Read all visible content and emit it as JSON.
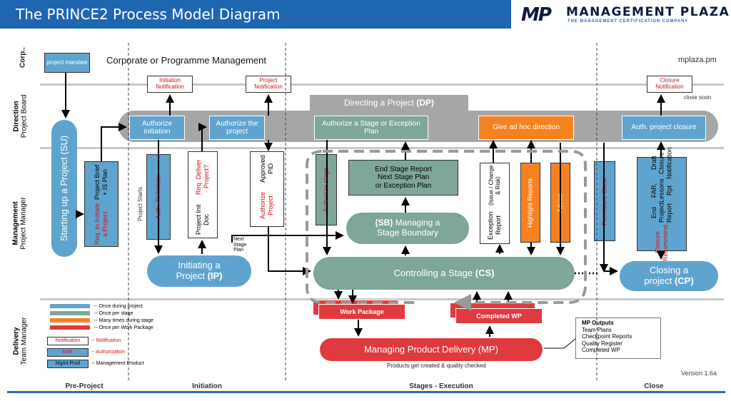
{
  "header": {
    "title": "The PRINCE2 Process Model Diagram",
    "logo_mark": "MP",
    "logo_name": "MANAGEMENT PLAZA",
    "logo_tagline": "THE MANAGEMENT CERTIFICATION COMPANY"
  },
  "lanes": {
    "corp": "Corp..",
    "direction_1": "Direction",
    "direction_2": "Project Board",
    "management_1": "Management",
    "management_2": "Project Manager",
    "delivery_1": "Delivery",
    "delivery_2": "Team Manager"
  },
  "corp": {
    "label": "Corporate or Programme Management",
    "site": "mplaza.pm",
    "mandate": "project mandate"
  },
  "notifications": {
    "initiation": "Initiation Notification",
    "project": "Project Notification",
    "closure": "Closure Notification",
    "close_soon": "close soon"
  },
  "dp": {
    "label": "Directing a Project",
    "code": "(DP)",
    "authorize_initiation": "Authorize initiation",
    "authorize_project": "Authorize the project",
    "authorize_stage": "Authorize a Stage or Exception Plan",
    "adhoc": "Give ad hoc direction",
    "auth_closure": "Auth. project closure"
  },
  "su": {
    "label": "Starting up a Project (SU)",
    "req_1": "Req. to Initiate a Project",
    "req_2": "Project Brief + IS Plan"
  },
  "ip": {
    "project_starts": "Project Starts",
    "auth_initiate": "Auth. To Initiate",
    "doc_1": "Project Init Doc",
    "doc_2": "Req. Deliver Project?",
    "auth_proj_1": "Authorize Project",
    "auth_proj_2": "Approved PID",
    "label_1": "Initiating a",
    "label_2": "Project",
    "code": "(IP)",
    "next_stage": "Next Stage Plan"
  },
  "sb": {
    "authorize_stage": "Authorize stage",
    "report_1": "End Stage Report",
    "report_2": "Next Stage Plan",
    "report_3": "or Exception Plan",
    "code": "(SB)",
    "label_1": "Managing a",
    "label_2": "Stage Boundary"
  },
  "cs": {
    "label": "Controlling a Stage",
    "code": "(CS)",
    "exception_1": "Exception Report",
    "exception_2": "(Issue / Change & Risk)",
    "highlight": "Highlight Reports",
    "advice": "Advice",
    "premature": "Premature Close"
  },
  "cp": {
    "recommend": "Closure Recommend.",
    "report": "End Project Report",
    "far": "FAR, Lessons Rpt",
    "draft": "Draft Closure Notification",
    "label": "Closing a",
    "label_2": "project",
    "code": "(CP)"
  },
  "mp": {
    "work_package": "Work Package",
    "completed_wp": "Completed WP",
    "label": "Managing Product Delivery (MP)",
    "note": "Products get created & quality checked",
    "outputs_title": "MP Outputs",
    "outputs": [
      "Team Plans",
      "Checkpoint Reports",
      "Quality Register",
      "Completed WP"
    ]
  },
  "legend": {
    "once_project": "-- Once during project",
    "once_stage": "-- Once per stage",
    "many_times": "-- Many times during stage",
    "once_wp": "-- Once per Work Package",
    "notif_box": "Notification",
    "notif_txt": "-- Notification",
    "auth_box": "Auth.",
    "auth_txt": "-- Authorization",
    "mgmt_box": "Mgmt Prod",
    "mgmt_txt": "-- Management Product"
  },
  "phases": {
    "pre": "Pre-Project",
    "initiation": "Initiation",
    "stages": "Stages - Execution",
    "close": "Close"
  },
  "version": "Version 1.6a",
  "colors": {
    "blue": "#5fa4cf",
    "green": "#7ea69a",
    "orange": "#f58220",
    "red": "#e03a3e",
    "title": "#1e66b0"
  }
}
